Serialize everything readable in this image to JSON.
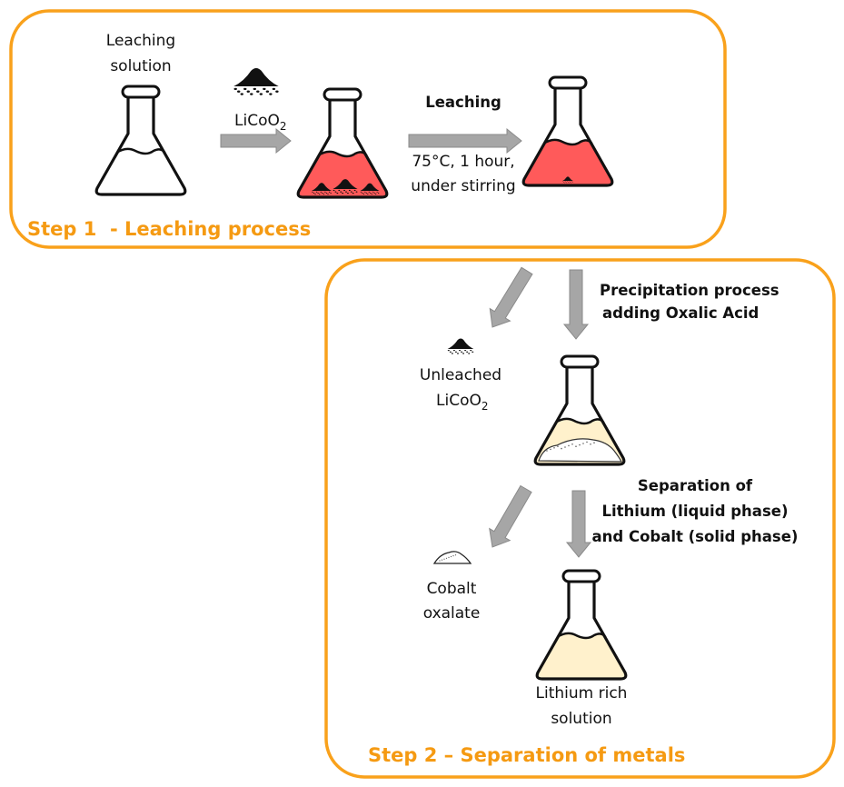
{
  "colors": {
    "frame": "#F9A11B",
    "step_text": "#F59A12",
    "arrow": "#A6A6A6",
    "leach_liquid": "#FF5A5A",
    "lithium_liquid": "#FFF1CC",
    "powder": "#111111"
  },
  "step1": {
    "title": "Step 1  - Leaching process",
    "leaching_solution": [
      "Leaching",
      "solution"
    ],
    "reagent": {
      "base": "LiCoO",
      "sub": "2"
    },
    "leaching_label": "Leaching",
    "conditions": [
      "75°C, 1 hour,",
      "under stirring"
    ]
  },
  "step2": {
    "title": "Step 2 – Separation of metals",
    "precipitation": [
      "Precipitation process",
      "adding Oxalic Acid"
    ],
    "unleached": {
      "line1": "Unleached",
      "base": "LiCoO",
      "sub": "2"
    },
    "separation": [
      "Separation of",
      "Lithium (liquid phase)",
      "and Cobalt (solid phase)"
    ],
    "cobalt_oxalate": [
      "Cobalt",
      "oxalate"
    ],
    "lithium_solution": [
      "Lithium rich",
      "solution"
    ]
  },
  "icons": [
    "flask-icon",
    "powder-pile-icon",
    "arrow-icon"
  ]
}
